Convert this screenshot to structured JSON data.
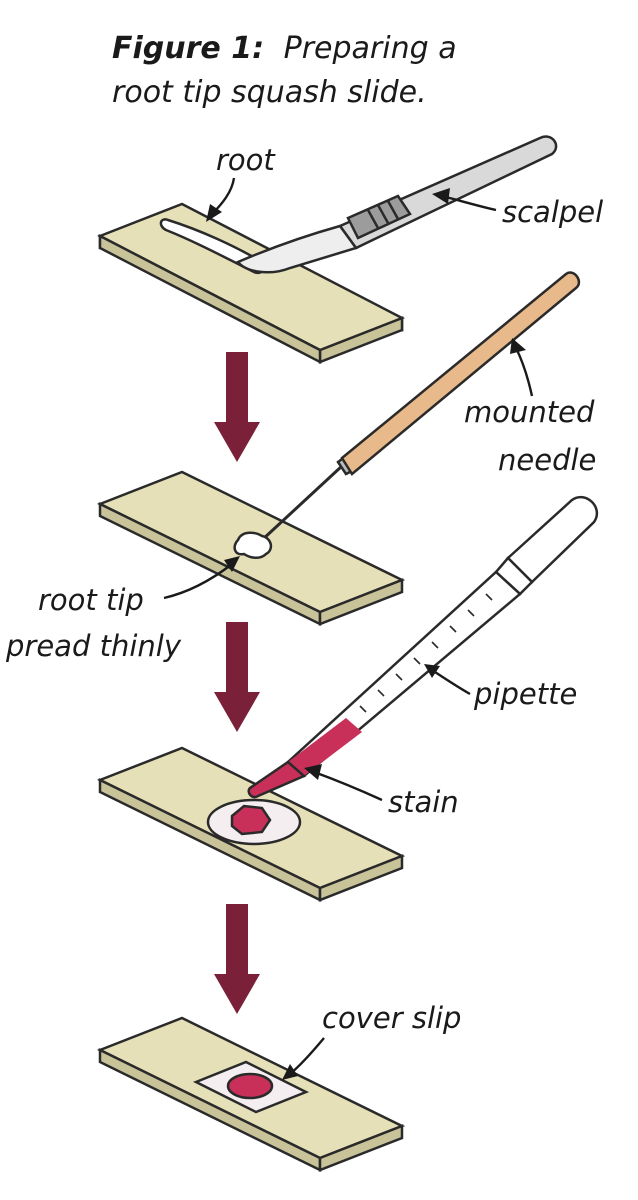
{
  "title": {
    "bold": "Figure 1:",
    "line1_rest": "Preparing a",
    "line2": "root tip squash slide."
  },
  "labels": {
    "root": "root",
    "scalpel": "scalpel",
    "mounted_line1": "mounted",
    "mounted_line2": "needle",
    "root_tip_line1": "root tip",
    "root_tip_line2": "pread thinly",
    "pipette": "pipette",
    "stain": "stain",
    "cover_slip": "cover slip"
  },
  "colors": {
    "slide": "#e6e0b8",
    "arrow": "#7a2038",
    "stain": "#c8305a",
    "needle_handle": "#e8b98a",
    "scalpel": "#d6d6d6"
  }
}
